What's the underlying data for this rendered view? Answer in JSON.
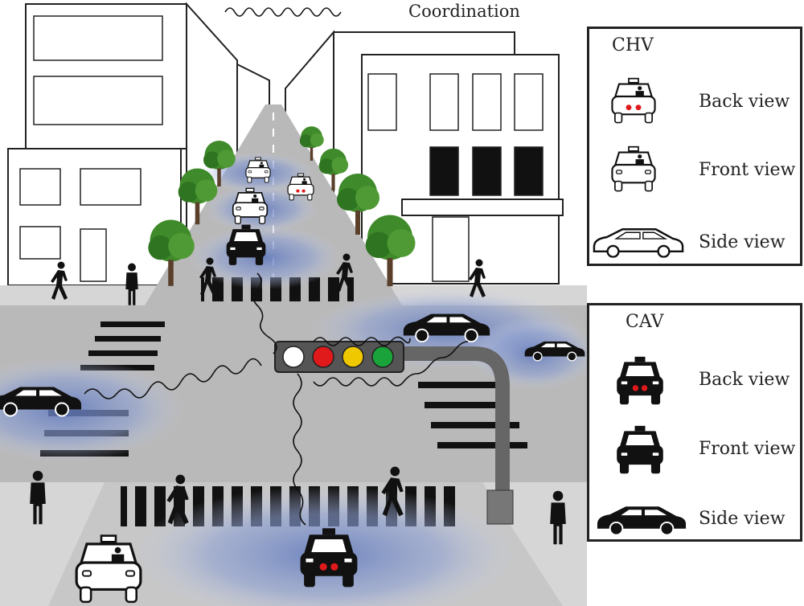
{
  "header": {
    "coordination_label": "Coordination"
  },
  "legend": [
    {
      "title": "CHV",
      "items": [
        {
          "label": "Back view",
          "icon": "white-car-back-icon"
        },
        {
          "label": "Front view",
          "icon": "white-car-front-icon"
        },
        {
          "label": "Side view",
          "icon": "white-car-side-icon"
        }
      ]
    },
    {
      "title": "CAV",
      "items": [
        {
          "label": "Back view",
          "icon": "black-car-back-icon"
        },
        {
          "label": "Front view",
          "icon": "black-car-front-icon"
        },
        {
          "label": "Side view",
          "icon": "black-car-side-icon"
        }
      ]
    }
  ],
  "traffic_light": {
    "lights": [
      "#ffffff",
      "#e0191b",
      "#f0c800",
      "#1aa33a"
    ]
  },
  "colors": {
    "road": "#b9b9b9",
    "zone": "#6f86c4",
    "tree": "#3f8a2a"
  }
}
